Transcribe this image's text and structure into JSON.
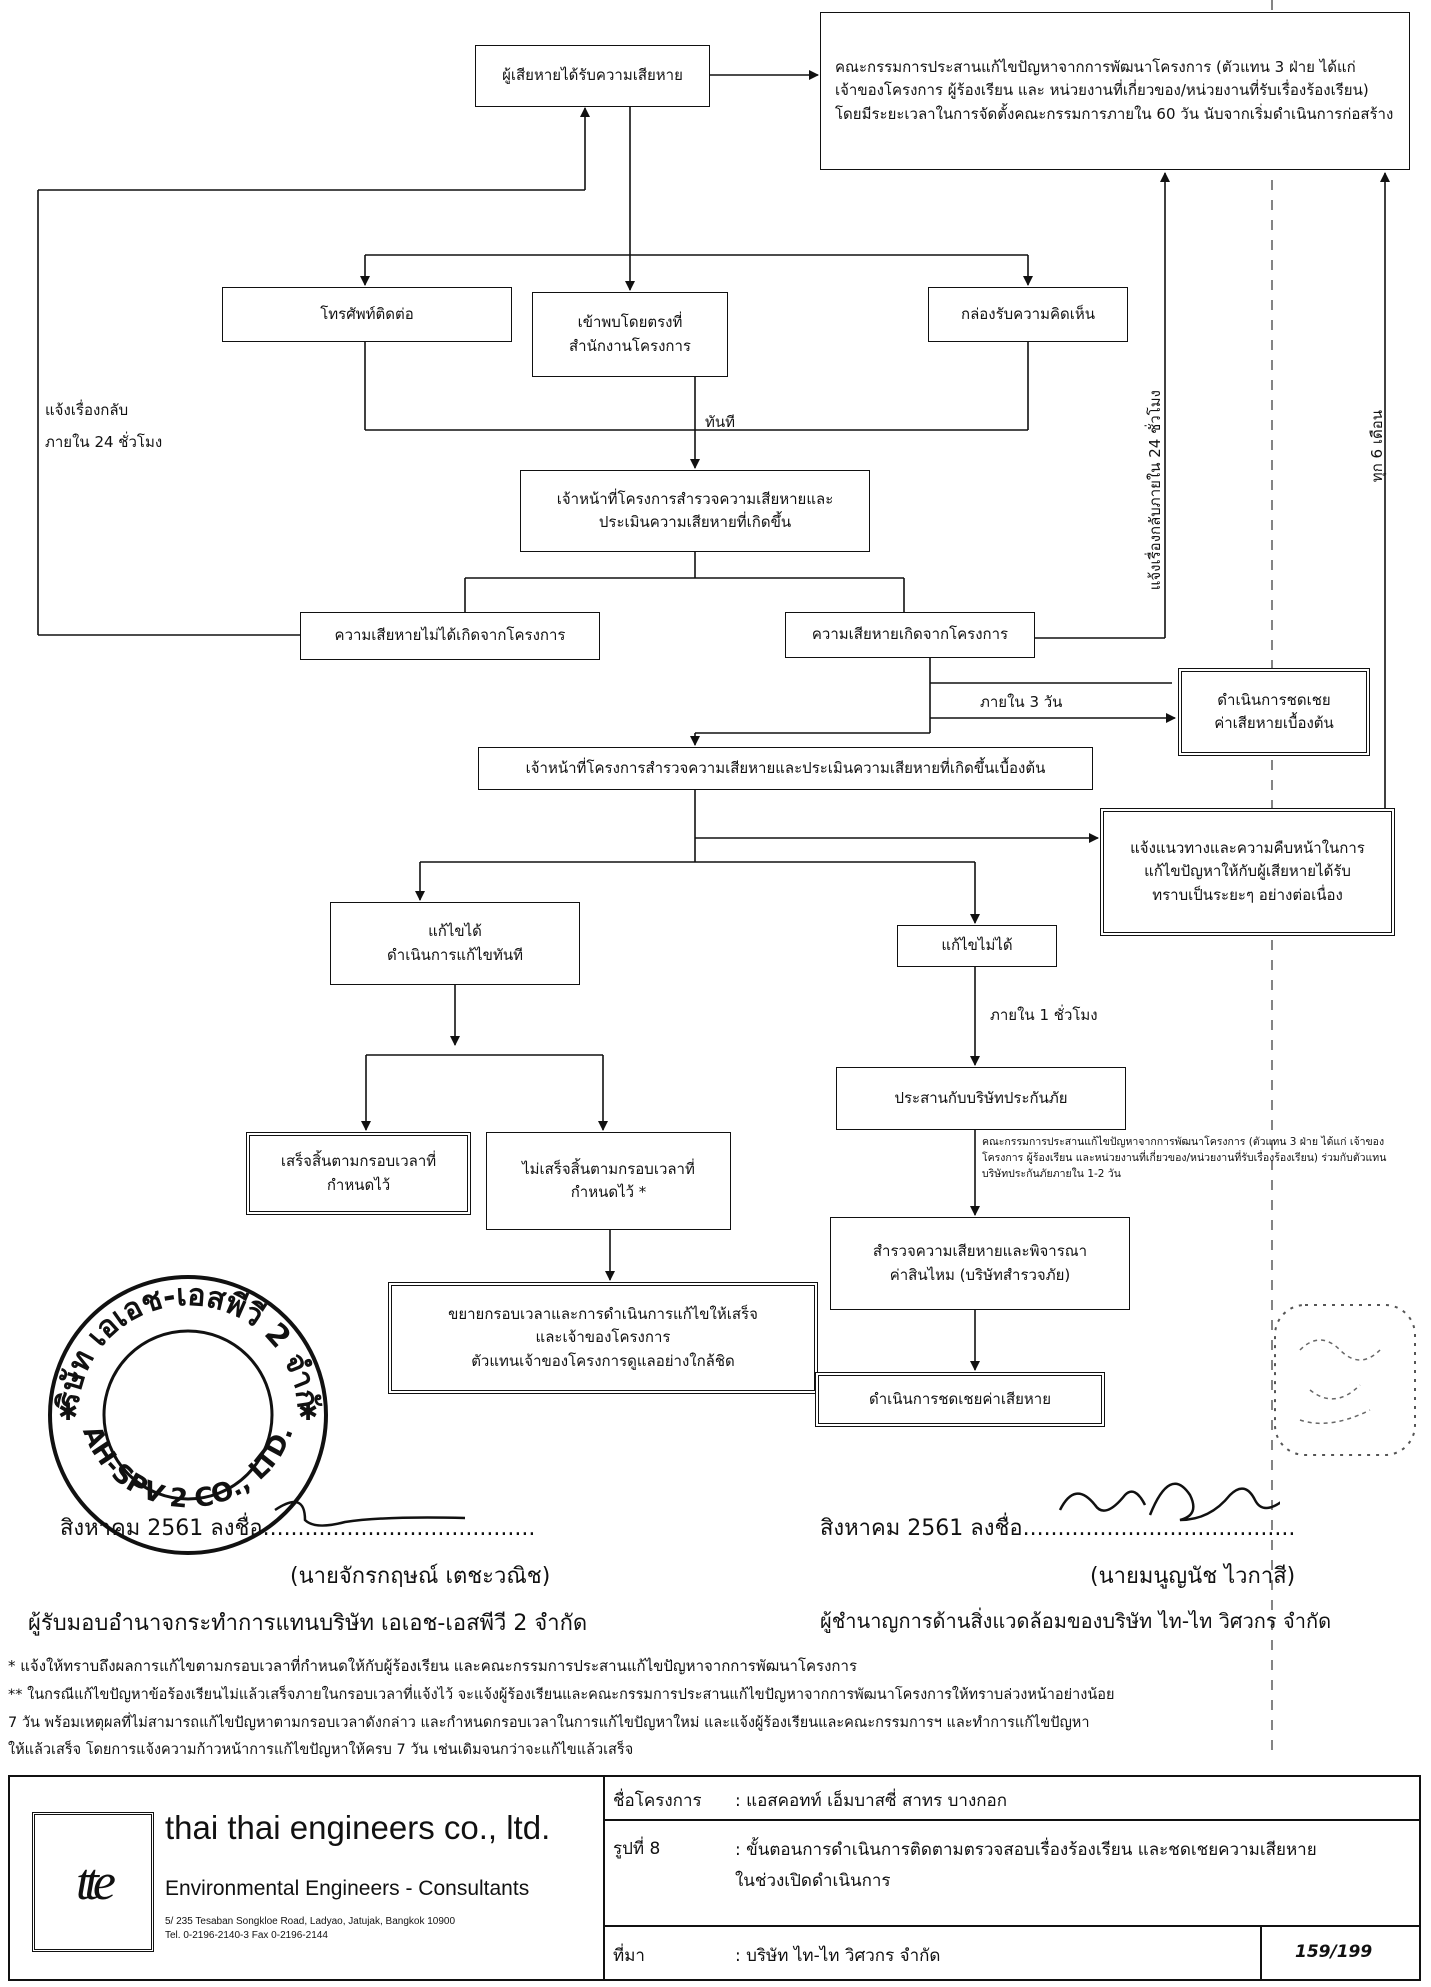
{
  "nodes": {
    "damaged": "ผู้เสียหายได้รับความเสียหาย",
    "committee": "คณะกรรมการประสานแก้ไขปัญหาจากการพัฒนาโครงการ (ตัวแทน 3 ฝ่าย ได้แก่ เจ้าของโครงการ ผู้ร้องเรียน และ หน่วยงานที่เกี่ยวของ/หน่วยงานที่รับเรื่องร้องเรียน) โดยมีระยะเวลาในการจัดตั้งคณะกรรมการภายใน 60 วัน นับจากเริ่มดำเนินการก่อสร้าง",
    "phone": "โทรศัพท์ติดต่อ",
    "office": "เข้าพบโดยตรงที่\nสำนักงานโครงการ",
    "comment_box": "กล่องรับความคิดเห็น",
    "survey": "เจ้าหน้าที่โครงการสำรวจความเสียหายและ\nประเมินความเสียหายที่เกิดขึ้น",
    "not_project": "ความเสียหายไม่ได้เกิดจากโครงการ",
    "from_project": "ความเสียหายเกิดจากโครงการ",
    "compensate_initial": "ดำเนินการชดเชย\nค่าเสียหายเบื้องต้น",
    "survey_initial": "เจ้าหน้าที่โครงการสำรวจความเสียหายและประเมินความเสียหายที่เกิดขึ้นเบื้องต้น",
    "inform_progress": "แจ้งแนวทางและความคืบหน้าในการ\nแก้ไขปัญหาให้กับผู้เสียหายได้รับ\nทราบเป็นระยะๆ อย่างต่อเนื่อง",
    "fixable": "แก้ไขได้\nดำเนินการแก้ไขทันที",
    "not_fixable": "แก้ไขไม่ได้",
    "insurance": "ประสานกับบริษัทประกันภัย",
    "done": "เสร็จสิ้นตามกรอบเวลาที่\nกำหนดไว้",
    "not_done": "ไม่เสร็จสิ้นตามกรอบเวลาที่\nกำหนดไว้ *",
    "survey_insurance": "สำรวจความเสียหายและพิจารณา\nค่าสินไหม (บริษัทสำรวจภัย)",
    "extend": "ขยายกรอบเวลาและการดำเนินการแก้ไขให้เสร็จ\nและเจ้าของโครงการ\nตัวแทนเจ้าของโครงการดูแลอย่างใกล้ชิด",
    "compensate": "ดำเนินการชดเชยค่าเสียหาย"
  },
  "labels": {
    "notify_back": "แจ้งเรื่องกลับ\nภายใน 24 ชั่วโมง",
    "immediately": "ทันที",
    "within_3_days": "ภายใน 3 วัน",
    "within_1_hour": "ภายใน 1 ชั่วโมง",
    "notify_24h_vertical": "แจ้งเรื่องกลับภายใน 24 ชั่วโมง",
    "every_6_months": "ทุก 6 เดือน",
    "committee_small": "คณะกรรมการประสานแก้ไขปัญหาจากการพัฒนาโครงการ (ตัวแทน 3 ฝ่าย ได้แก่ เจ้าของโครงการ ผู้ร้องเรียน และหน่วยงานที่เกี่ยวของ/หน่วยงานที่รับเรื่องร้องเรียน) ร่วมกับตัวแทนบริษัทประกันภัยภายใน 1-2 วัน"
  },
  "signatures": {
    "left_line": "สิงหาคม 2561 ลงชื่อ.......................................",
    "left_name": "(นายจักรกฤษณ์ เตชะวณิช)",
    "left_title": "ผู้รับมอบอำนาจกระทำการแทนบริษัท เอเอช-เอสพีวี 2 จำกัด",
    "right_line": "สิงหาคม 2561 ลงชื่อ.......................................",
    "right_name": "(นายมนูญนัช ไวกาสี)",
    "right_title": "ผู้ชำนาญการด้านสิ่งแวดล้อมของบริษัท ไท-ไท วิศวกร จำกัด"
  },
  "stamp": {
    "text_top": "บริษัท เอเอช-เอสพีวี 2 จำกัด",
    "text_bottom": "AH-SPV 2 CO., LTD."
  },
  "notes": {
    "note1": "* แจ้งให้ทราบถึงผลการแก้ไขตามกรอบเวลาที่กำหนดให้กับผู้ร้องเรียน และคณะกรรมการประสานแก้ไขปัญหาจากการพัฒนาโครงการ",
    "note2": "** ในกรณีแก้ไขปัญหาข้อร้องเรียนไม่แล้วเสร็จภายในกรอบเวลาที่แจ้งไว้ จะแจ้งผู้ร้องเรียนและคณะกรรมการประสานแก้ไขปัญหาจากการพัฒนาโครงการให้ทราบล่วงหน้าอย่างน้อย\n7 วัน พร้อมเหตุผลที่ไม่สามารถแก้ไขปัญหาตามกรอบเวลาดังกล่าว และกำหนดกรอบเวลาในการแก้ไขปัญหาใหม่ และแจ้งผู้ร้องเรียนและคณะกรรมการฯ และทำการแก้ไขปัญหา\nให้แล้วเสร็จ โดยการแจ้งความก้าวหน้าการแก้ไขปัญหาให้ครบ 7 วัน เช่นเดิมจนกว่าจะแก้ไขแล้วเสร็จ"
  },
  "footer": {
    "company_name": "thai thai engineers co., ltd.",
    "company_sub": "Environmental Engineers - Consultants",
    "address": "5/ 235 Tesaban Songkloe Road, Ladyao, Jatujak, Bangkok 10900\nTel. 0-2196-2140-3 Fax 0-2196-2144",
    "logo_text": "tte",
    "project_label": "ชื่อโครงการ",
    "project_value": ": แอสคอทท์ เอ็มบาสซี่ สาทร บางกอก",
    "figure_label": "รูปที่ 8",
    "figure_value": ": ขั้นตอนการดำเนินการติดตามตรวจสอบเรื่องร้องเรียน และชดเชยความเสียหาย\n  ในช่วงเปิดดำเนินการ",
    "source_label": "ที่มา",
    "source_value": ": บริษัท ไท-ไท วิศวกร จำกัด",
    "page": "159/199"
  }
}
